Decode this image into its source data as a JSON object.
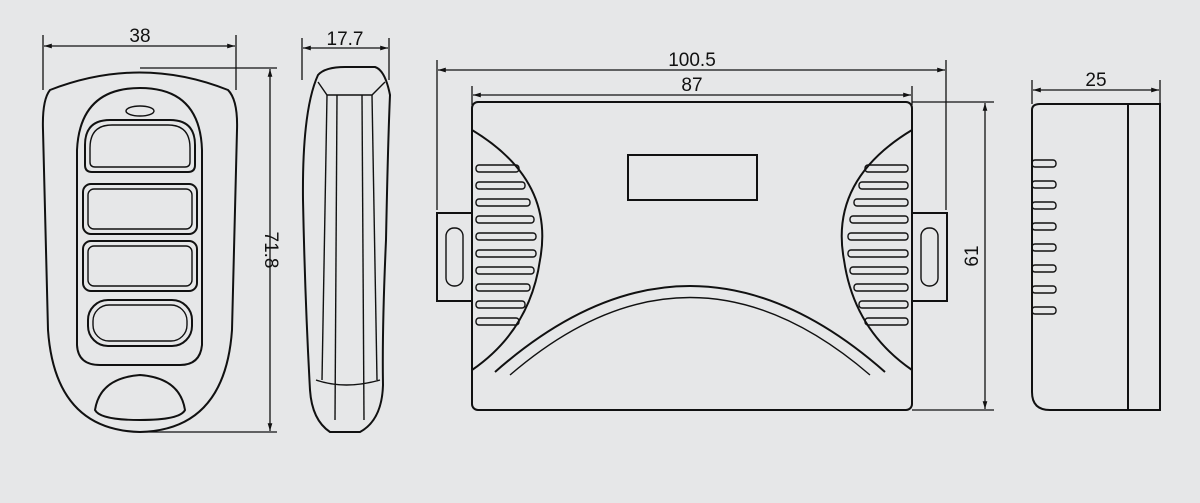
{
  "dimensions": {
    "remote_width": "38",
    "remote_thickness": "17.7",
    "remote_height": "71.8",
    "receiver_width_overall": "100.5",
    "receiver_width_body": "87",
    "receiver_height": "61",
    "receiver_depth": "25"
  },
  "colors": {
    "background": "#e6e7e8",
    "line": "#111111"
  }
}
